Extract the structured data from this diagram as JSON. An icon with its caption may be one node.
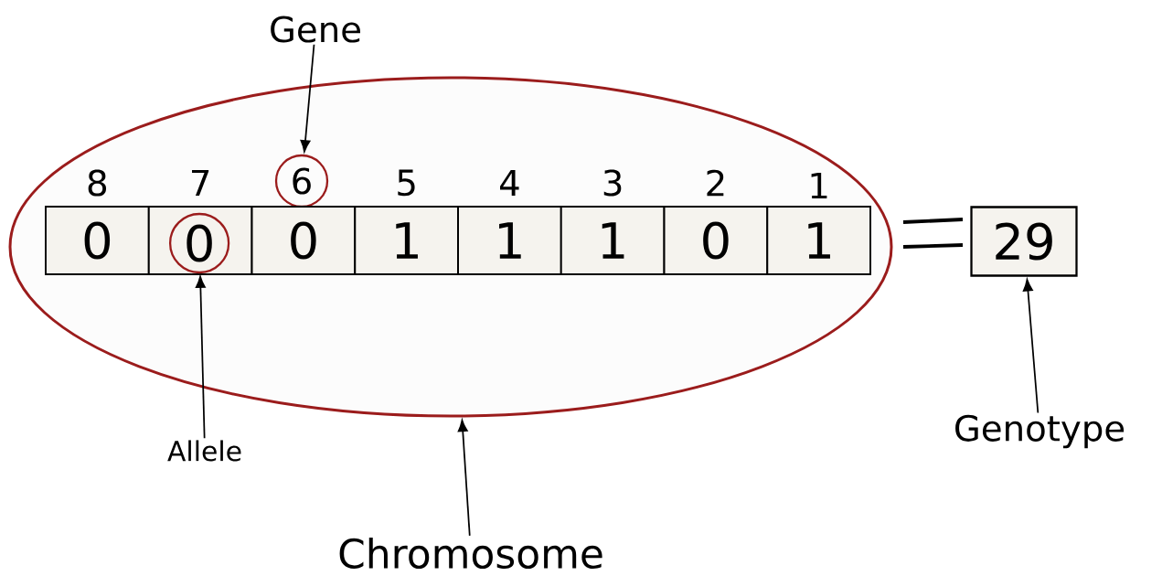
{
  "diagram": {
    "nodes": [
      {
        "text": [
          "Gene"
        ]
      },
      {
        "text": [],
        "shape": "ellipse"
      },
      {
        "text": [
          "0"
        ],
        "in": 1,
        "beside": [
          "8"
        ]
      },
      {
        "text": [],
        "shape": "box",
        "in": 1,
        "beside": [
          "7"
        ]
      },
      {
        "text": [
          "0"
        ],
        "in": 3
      },
      {
        "text": [
          "6"
        ],
        "in": 1
      },
      {
        "text": [
          "0"
        ],
        "in": 1
      },
      {
        "text": [
          "1"
        ],
        "in": 1,
        "beside": [
          "5"
        ]
      },
      {
        "text": [
          "1"
        ],
        "in": 1,
        "beside": [
          "4"
        ]
      },
      {
        "text": [
          "1"
        ],
        "in": 1,
        "beside": [
          "3"
        ]
      },
      {
        "text": [
          "0"
        ],
        "in": 1,
        "beside": [
          "2"
        ]
      },
      {
        "text": [
          "1"
        ],
        "in": 1,
        "beside": [
          "1"
        ]
      },
      {
        "text": [
          "29"
        ]
      },
      {
        "text": [
          "Allele"
        ]
      },
      {
        "text": [
          "Chromosome"
        ]
      },
      {
        "text": [
          "Genotype"
        ]
      }
    ],
    "edges": [
      {
        "from": 0,
        "to": 5,
        "arrow": "to"
      },
      {
        "from": 13,
        "to": 4,
        "arrow": "to"
      },
      {
        "from": 14,
        "to": 1,
        "arrow": "to"
      },
      {
        "from": 15,
        "to": 12,
        "arrow": "to"
      }
    ]
  }
}
